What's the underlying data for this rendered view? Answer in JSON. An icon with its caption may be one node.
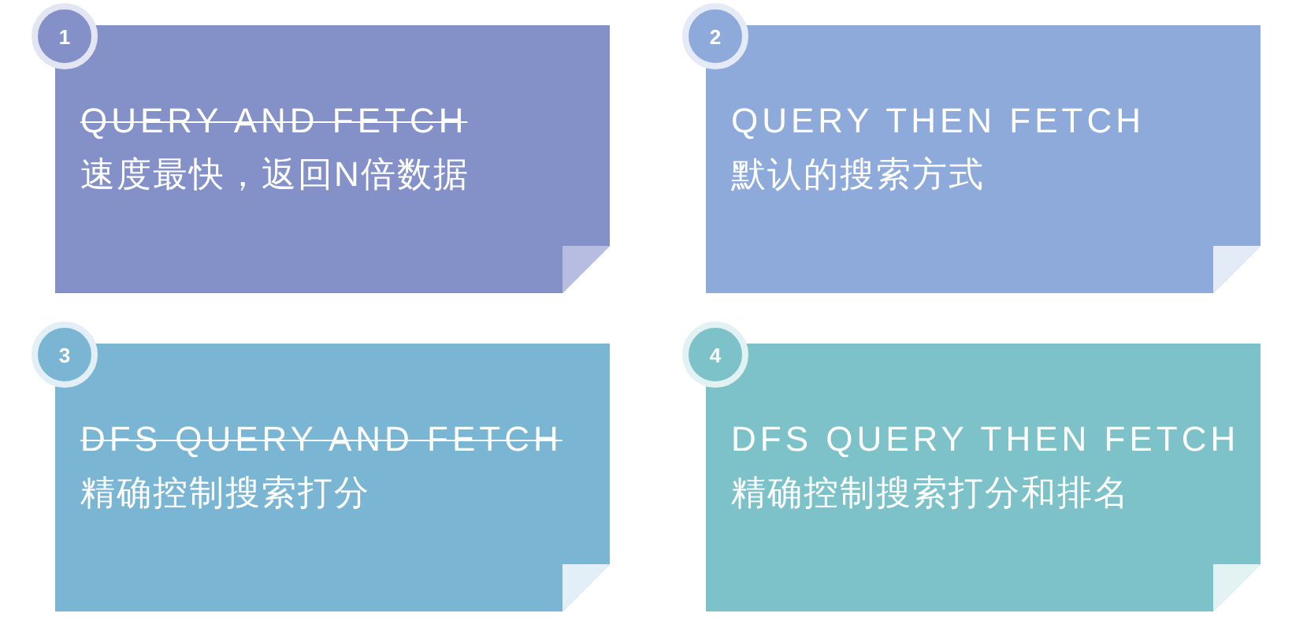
{
  "diagram": {
    "nodes": [
      {
        "text": [
          "1"
        ]
      },
      {
        "text": [
          "QUERY AND FETCH",
          "速度最快，返回N倍数据"
        ]
      },
      {
        "text": [
          "2"
        ]
      },
      {
        "text": [
          "QUERY THEN FETCH",
          "默认的搜索方式"
        ]
      },
      {
        "text": [
          "3"
        ]
      },
      {
        "text": [
          "DFS QUERY AND FETCH",
          "精确控制搜索打分"
        ]
      },
      {
        "text": [
          "4"
        ]
      },
      {
        "text": [
          "DFS QUERY THEN FETCH",
          "精确控制搜索打分和排名"
        ]
      }
    ]
  }
}
